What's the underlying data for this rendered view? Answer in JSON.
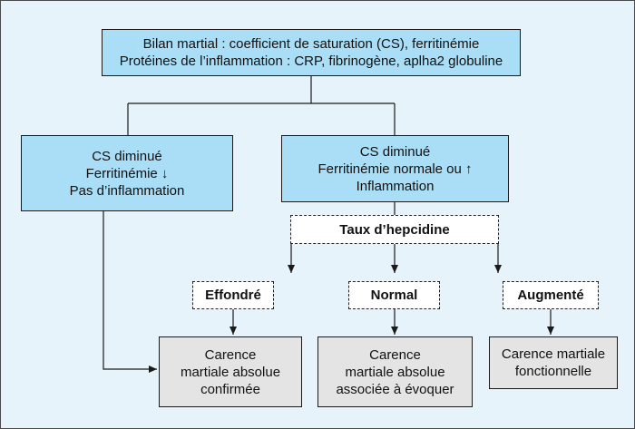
{
  "top_box": {
    "line1": "Bilan martial : coefficient de saturation (CS), ferritinémie",
    "line2": "Protéines de l’inflammation : CRP, fibrinogène, aplha2 globuline"
  },
  "left_box": {
    "line1": "CS diminué",
    "line2": "Ferritinémie ↓",
    "line3": "Pas d’inflammation"
  },
  "right_box": {
    "line1": "CS diminué",
    "line2": "Ferritinémie normale ou ↑",
    "line3": "Inflammation"
  },
  "hepcidine_box": {
    "label": "Taux d’hepcidine"
  },
  "level_boxes": {
    "effondre": "Effondré",
    "normal": "Normal",
    "augmente": "Augmenté"
  },
  "result_boxes": {
    "absolue_confirmee": {
      "line1": "Carence",
      "line2": "martiale absolue",
      "line3": "confirmée"
    },
    "absolue_evoquer": {
      "line1": "Carence",
      "line2": "martiale absolue",
      "line3": "associée à évoquer"
    },
    "fonctionnelle": {
      "line1": "Carence martiale",
      "line2": "fonctionnelle"
    }
  },
  "colors": {
    "background": "#e6f3fb",
    "blue_box": "#a9def6",
    "grey_box": "#e4e4e4",
    "line": "#1a1a1a"
  }
}
